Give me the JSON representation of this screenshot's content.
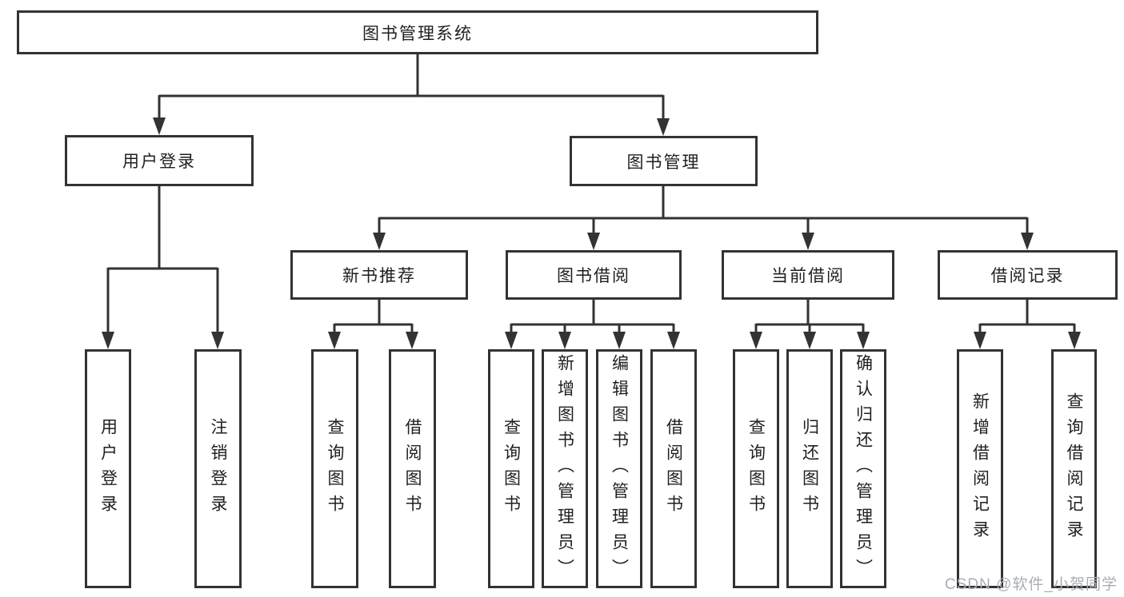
{
  "colors": {
    "line": "#333333",
    "text": "#1f1f1f",
    "watermark": "#a9adb5",
    "background": "#ffffff"
  },
  "root": {
    "label": "图书管理系统"
  },
  "branches": {
    "user_login": {
      "label": "用户登录",
      "children": [
        "用户登录",
        "注销登录"
      ]
    },
    "book_mgmt": {
      "label": "图书管理"
    }
  },
  "modules": [
    {
      "label": "新书推荐",
      "children": [
        "查询图书",
        "借阅图书"
      ]
    },
    {
      "label": "图书借阅",
      "children": [
        "查询图书",
        "新增图书（管理员）",
        "编辑图书（管理员）",
        "借阅图书"
      ]
    },
    {
      "label": "当前借阅",
      "children": [
        "查询图书",
        "归还图书",
        "确认归还（管理员）"
      ]
    },
    {
      "label": "借阅记录",
      "children": [
        "新增借阅记录",
        "查询借阅记录"
      ]
    }
  ],
  "watermark": "CSDN @软件_小贺同学"
}
